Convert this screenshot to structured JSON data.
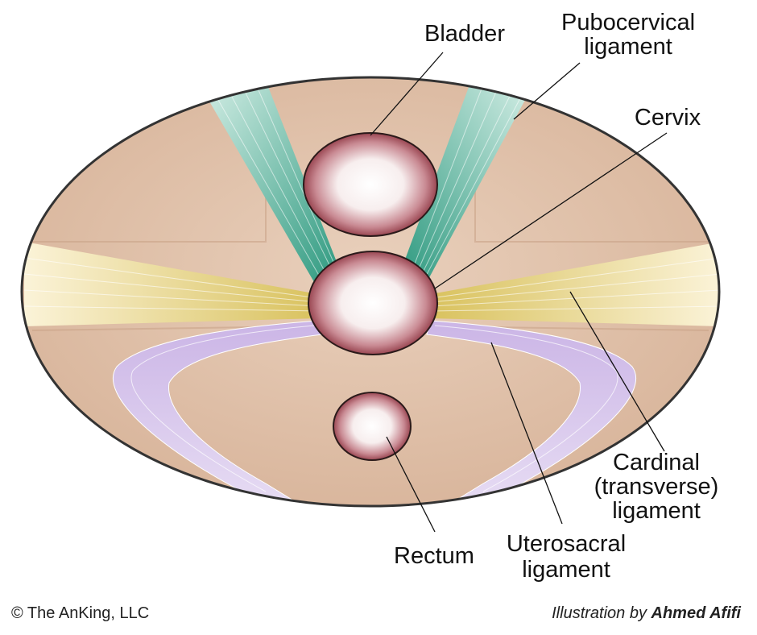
{
  "labels": {
    "bladder": "Bladder",
    "pubocervical_1": "Pubocervical",
    "pubocervical_2": "ligament",
    "cervix": "Cervix",
    "cardinal_1": "Cardinal",
    "cardinal_2": "(transverse)",
    "cardinal_3": "ligament",
    "rectum": "Rectum",
    "uterosacral_1": "Uterosacral",
    "uterosacral_2": "ligament"
  },
  "credits": {
    "copyright": "© The AnKing, LLC",
    "illustration_prefix": "Illustration by ",
    "illustrator": "Ahmed Afifi"
  },
  "colors": {
    "background_tissue": "#e8cdb6",
    "pubocervical": "#9fd8c8",
    "cardinal": "#f1e0a6",
    "uterosacral": "#d6c5e8",
    "organ_rim": "#8a2a35",
    "outline": "#333333"
  }
}
